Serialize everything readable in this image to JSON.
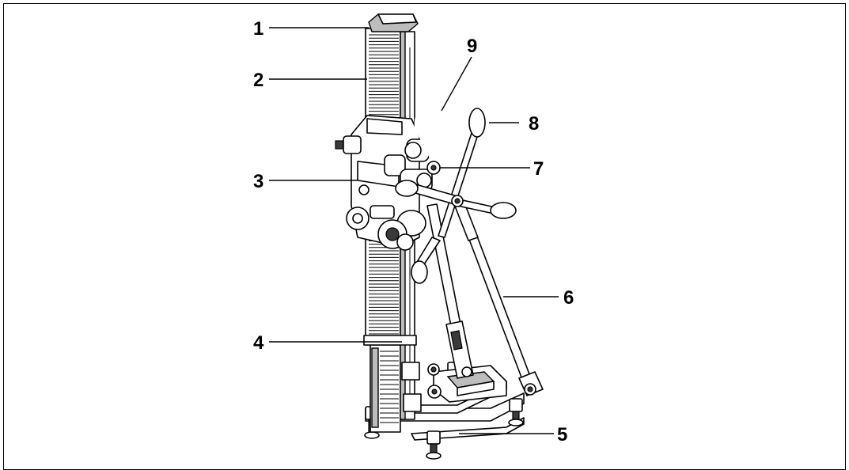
{
  "figure": {
    "callouts": [
      {
        "id": "1",
        "label": "1",
        "part": "column-cap"
      },
      {
        "id": "2",
        "label": "2",
        "part": "column-rack"
      },
      {
        "id": "3",
        "label": "3",
        "part": "carriage"
      },
      {
        "id": "4",
        "label": "4",
        "part": "column-clamp"
      },
      {
        "id": "5",
        "label": "5",
        "part": "base-plate"
      },
      {
        "id": "6",
        "label": "6",
        "part": "support-strut"
      },
      {
        "id": "7",
        "label": "7",
        "part": "feed-hub"
      },
      {
        "id": "8",
        "label": "8",
        "part": "feed-handle"
      },
      {
        "id": "9",
        "label": "9",
        "part": "carrying-handle"
      }
    ],
    "colors": {
      "line": "#000000",
      "shade": "#bdbdbd",
      "dark": "#3a3a3a",
      "background": "#ffffff"
    }
  }
}
